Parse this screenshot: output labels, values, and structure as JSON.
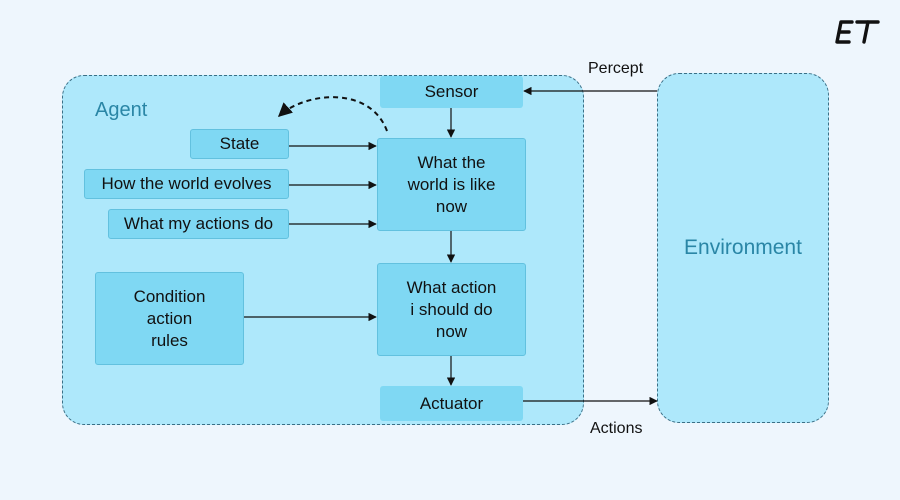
{
  "logo": {
    "text": "ET",
    "icon": "et-logo-icon"
  },
  "agent": {
    "title": "Agent"
  },
  "environment": {
    "title": "Environment"
  },
  "nodes": {
    "sensor": "Sensor",
    "state": "State",
    "how_world_evolves": "How the world evolves",
    "what_actions_do": "What my actions do",
    "what_world_like": "What the\nworld is like\nnow",
    "condition_rules": "Condition\naction\nrules",
    "what_action": "What action\ni should do\nnow",
    "actuator": "Actuator"
  },
  "edges": {
    "percept": "Percept",
    "actions": "Actions"
  },
  "colors": {
    "background": "#eef6fd",
    "agent_fill": "#aee8fb",
    "box_fill": "#7fd8f3",
    "title_color": "#2a86a6"
  }
}
